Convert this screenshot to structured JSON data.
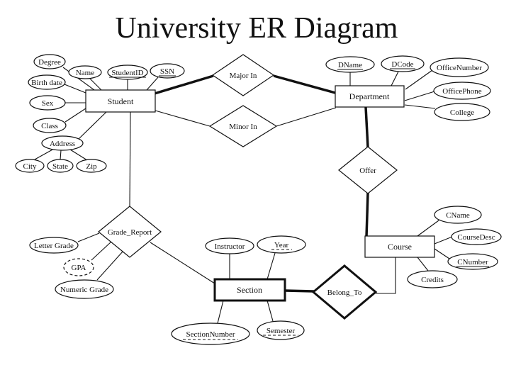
{
  "title": "University ER Diagram",
  "entities": {
    "student": {
      "label": "Student"
    },
    "department": {
      "label": "Department"
    },
    "course": {
      "label": "Course"
    },
    "section": {
      "label": "Section",
      "weak": true
    }
  },
  "relationships": {
    "major_in": {
      "label": "Major In"
    },
    "minor_in": {
      "label": "Minor In"
    },
    "offer": {
      "label": "Offer"
    },
    "grade_report": {
      "label": "Grade_Report"
    },
    "belong_to": {
      "label": "Belong_To",
      "identifying": true
    }
  },
  "attributes": {
    "degree": {
      "label": "Degree"
    },
    "name": {
      "label": "Name"
    },
    "student_id": {
      "label": "StudentID",
      "key": true
    },
    "ssn": {
      "label": "SSN",
      "key": true
    },
    "birth_date": {
      "label": "Birth date"
    },
    "sex": {
      "label": "Sex"
    },
    "class": {
      "label": "Class"
    },
    "address": {
      "label": "Address"
    },
    "city": {
      "label": "City"
    },
    "state": {
      "label": "State"
    },
    "zip": {
      "label": "Zip"
    },
    "dname": {
      "label": "DName",
      "key": true
    },
    "dcode": {
      "label": "DCode",
      "key": true
    },
    "office_number": {
      "label": "OfficeNumber"
    },
    "office_phone": {
      "label": "OfficePhone"
    },
    "college": {
      "label": "College"
    },
    "cname": {
      "label": "CName"
    },
    "course_desc": {
      "label": "CourseDesc"
    },
    "cnumber": {
      "label": "CNumber",
      "key": true
    },
    "credits": {
      "label": "Credits"
    },
    "letter_grade": {
      "label": "Letter Grade"
    },
    "gpa": {
      "label": "GPA",
      "derived": true
    },
    "numeric_grade": {
      "label": "Numeric Grade"
    },
    "instructor": {
      "label": "Instructor"
    },
    "year": {
      "label": "Year",
      "partial_key": true
    },
    "semester": {
      "label": "Semester",
      "partial_key": true
    },
    "section_number": {
      "label": "SectionNumber",
      "partial_key": true
    }
  },
  "colors": {
    "stroke": "#111111",
    "background": "#ffffff"
  }
}
